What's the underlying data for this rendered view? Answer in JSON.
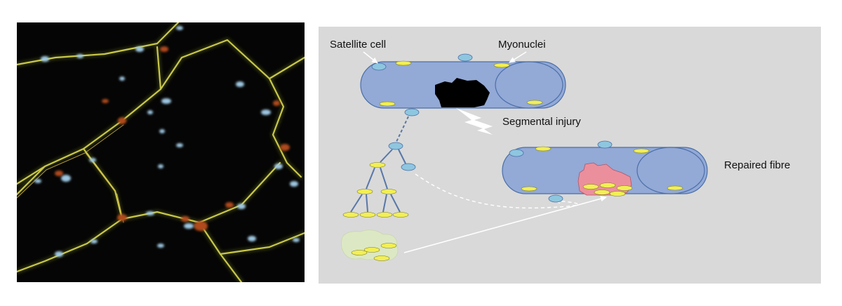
{
  "figure": {
    "labels": {
      "satellite_cell": "Satellite cell",
      "myonuclei": "Myonuclei",
      "segmental_injury": "Segmental injury",
      "repaired_fibre": "Repaired fibre"
    }
  },
  "colors": {
    "panel_background": "#d9d9d9",
    "fibre_fill": "#93a9d6",
    "fibre_stroke": "#4a6fa8",
    "satellite_cell": "#8ec6df",
    "myonucleus": "#f2ef55",
    "injury": "#000000",
    "repair_zone": "#ec8f9d",
    "progenitor_blob": "#dce8c4",
    "micrograph_bg": "#050505",
    "membrane_yellow": "#c9c84a",
    "membrane_red": "#b04a1c",
    "nucleus_blue": "#9ec7e2"
  },
  "icons": {
    "injury_bolt": "lightning-bolt-icon"
  }
}
